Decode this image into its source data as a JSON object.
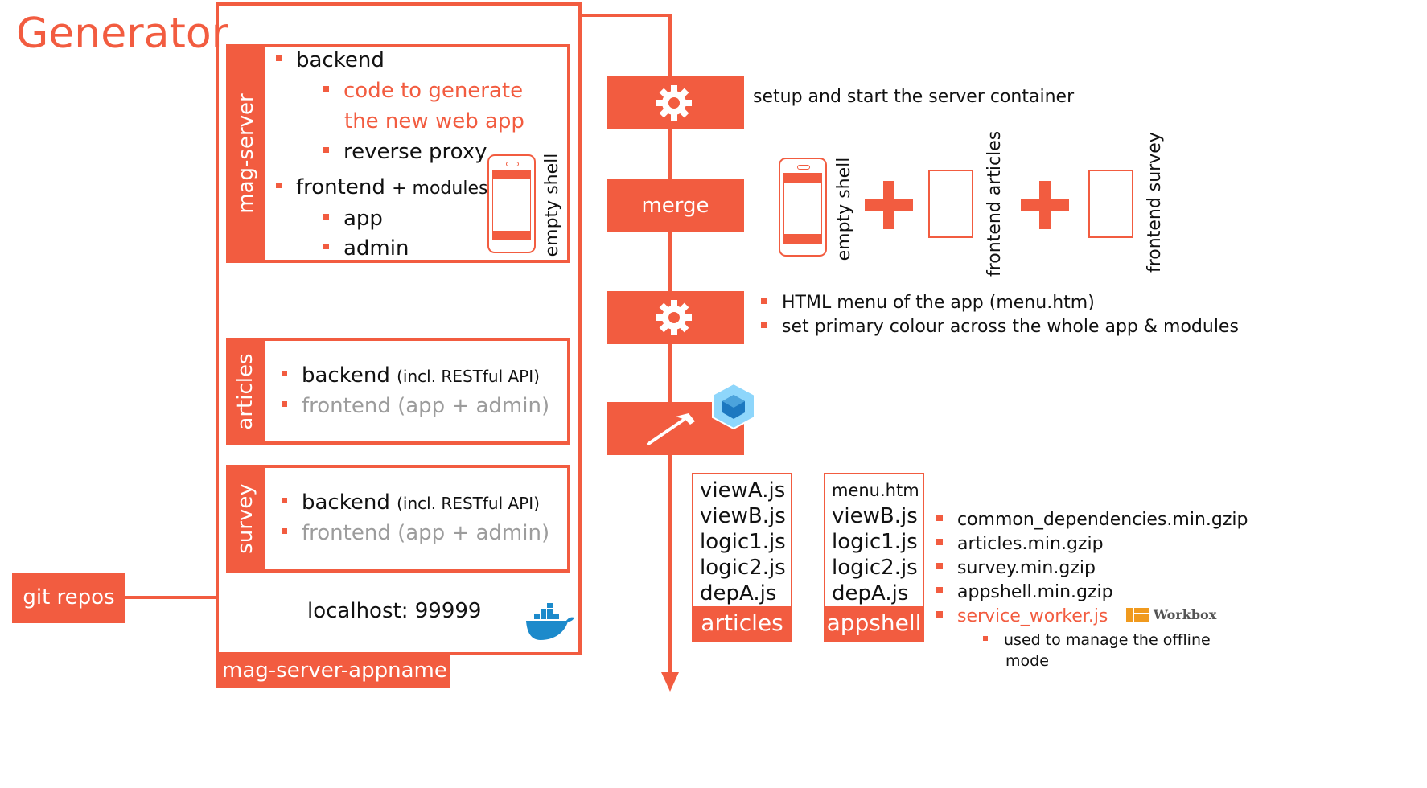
{
  "title": "Generator",
  "mag_server": {
    "side_label": "mag-server",
    "backend": "backend",
    "code_line1": "code to generate",
    "code_line2": "the new web app",
    "reverse_proxy": "reverse proxy",
    "frontend": "frontend",
    "modules": "+ modules",
    "app": "app",
    "admin": "admin",
    "empty_shell": "empty shell"
  },
  "articles": {
    "side_label": "articles",
    "backend": "backend",
    "backend_note": "(incl. RESTful API)",
    "frontend": "frontend (app + admin)"
  },
  "survey": {
    "side_label": "survey",
    "backend": "backend",
    "backend_note": "(incl. RESTful API)",
    "frontend": "frontend (app + admin)"
  },
  "localhost": "localhost: 99999",
  "container_name": "mag-server-appname",
  "git_repos": "git repos",
  "steps": {
    "setup": "setup and start the server container",
    "merge": "merge",
    "merge_items": [
      "empty shell",
      "frontend articles",
      "frontend survey"
    ],
    "html_menu": "HTML menu of the app (menu.htm)",
    "primary_colour": "set primary colour across the whole app & modules"
  },
  "files": {
    "articles": {
      "items": [
        "viewA.js",
        "viewB.js",
        "logic1.js",
        "logic2.js",
        "depA.js"
      ],
      "label": "articles"
    },
    "appshell": {
      "items": [
        "menu.htm",
        "viewB.js",
        "logic1.js",
        "logic2.js",
        "depA.js"
      ],
      "label": "appshell"
    }
  },
  "outputs": [
    "common_dependencies.min.gzip",
    "articles.min.gzip",
    "survey.min.gzip",
    "appshell.min.gzip"
  ],
  "service_worker": "service_worker.js",
  "workbox": "Workbox",
  "offline_note_line1": "used to manage the offline",
  "offline_note_line2": "mode",
  "colors": {
    "accent": "#f25c40",
    "muted": "#9c9c9c"
  },
  "icons": [
    "gear-icon",
    "phone-icon",
    "plus-icon",
    "hammer-icon",
    "webpack-icon",
    "docker-icon",
    "workbox-icon"
  ]
}
